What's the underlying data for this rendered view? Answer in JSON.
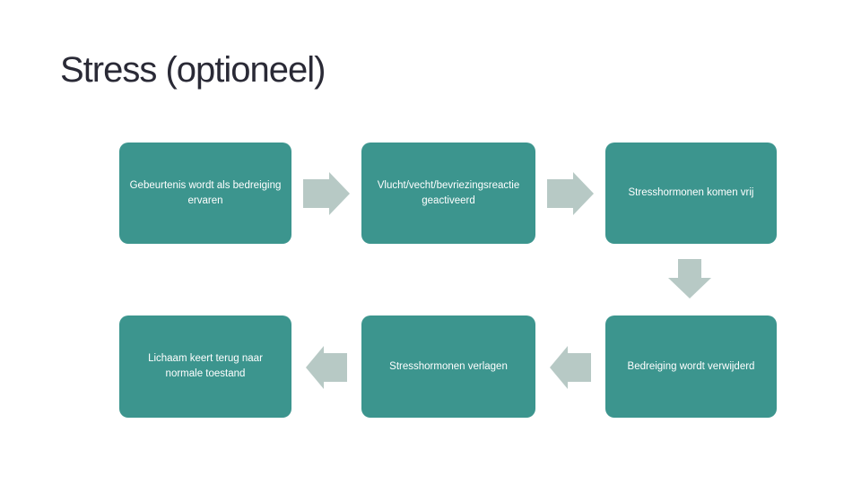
{
  "slide": {
    "title": "Stress (optioneel)",
    "background_color": "#ffffff",
    "title_color": "#2a2a36"
  },
  "colors": {
    "node_fill": "#3c958e",
    "node_text": "#ffffff",
    "arrow_fill": "#b7c9c5"
  },
  "diagram": {
    "type": "process-cycle-flow",
    "nodes": [
      {
        "label": "Gebeurtenis wordt als bedreiging\nervaren",
        "row": 1,
        "col": 1
      },
      {
        "label": "Vlucht/vecht/bevriezingsreactie\ngeactiveerd",
        "row": 1,
        "col": 2
      },
      {
        "label": "Stresshormonen komen vrij",
        "row": 1,
        "col": 3
      },
      {
        "label": "Bedreiging wordt verwijderd",
        "row": 2,
        "col": 3
      },
      {
        "label": "Stresshormonen verlagen",
        "row": 2,
        "col": 2
      },
      {
        "label": "Lichaam keert terug naar\nnormale toestand",
        "row": 2,
        "col": 1
      }
    ],
    "arrows": [
      {
        "from": "Gebeurtenis wordt als bedreiging ervaren",
        "to": "Vlucht/vecht/bevriezingsreactie geactiveerd",
        "direction": "right"
      },
      {
        "from": "Vlucht/vecht/bevriezingsreactie geactiveerd",
        "to": "Stresshormonen komen vrij",
        "direction": "right"
      },
      {
        "from": "Stresshormonen komen vrij",
        "to": "Bedreiging wordt verwijderd",
        "direction": "down"
      },
      {
        "from": "Bedreiging wordt verwijderd",
        "to": "Stresshormonen verlagen",
        "direction": "left"
      },
      {
        "from": "Stresshormonen verlagen",
        "to": "Lichaam keert terug naar normale toestand",
        "direction": "left"
      }
    ]
  }
}
